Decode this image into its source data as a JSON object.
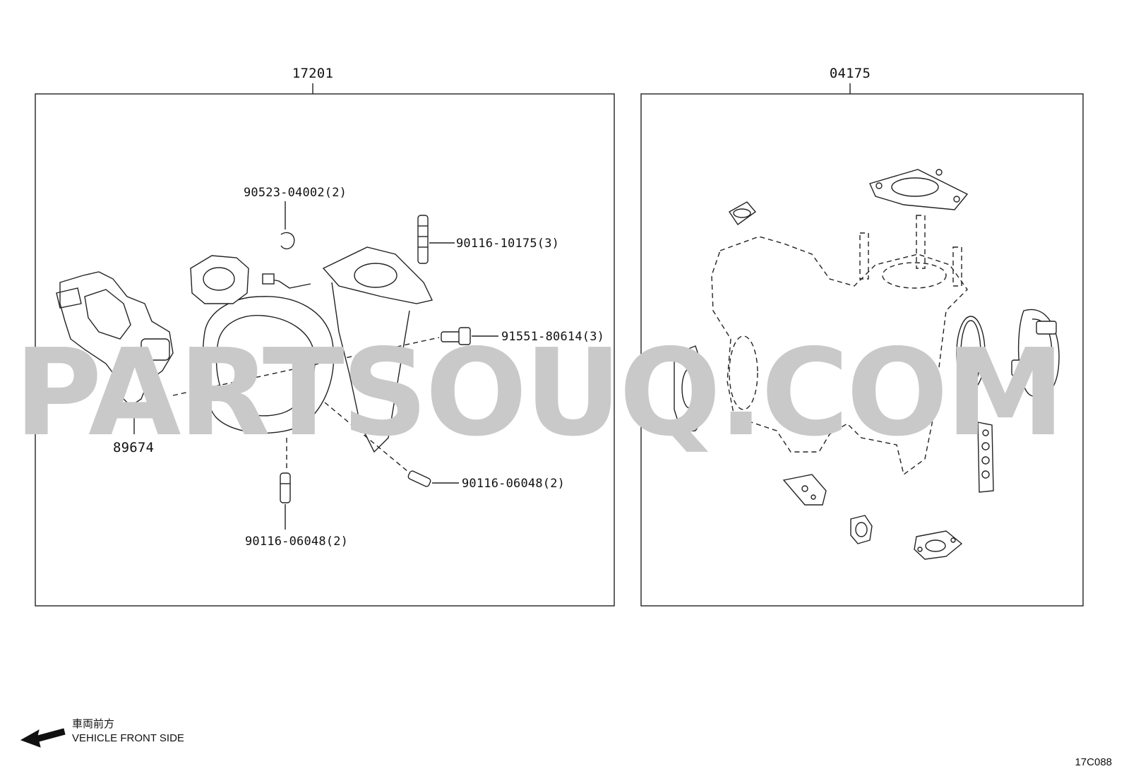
{
  "watermark": "PARTSOUQ.COM",
  "groups": [
    {
      "number": "17201"
    },
    {
      "number": "04175"
    }
  ],
  "callouts": {
    "p90523": "90523-04002(2)",
    "p90116a": "90116-10175(3)",
    "p91551": "91551-80614(3)",
    "p89674": "89674",
    "p90116b": "90116-06048(2)",
    "p90116c": "90116-06048(2)"
  },
  "legend": {
    "jp": "車両前方",
    "en": "VEHICLE FRONT SIDE"
  },
  "figure_code": "17C088"
}
